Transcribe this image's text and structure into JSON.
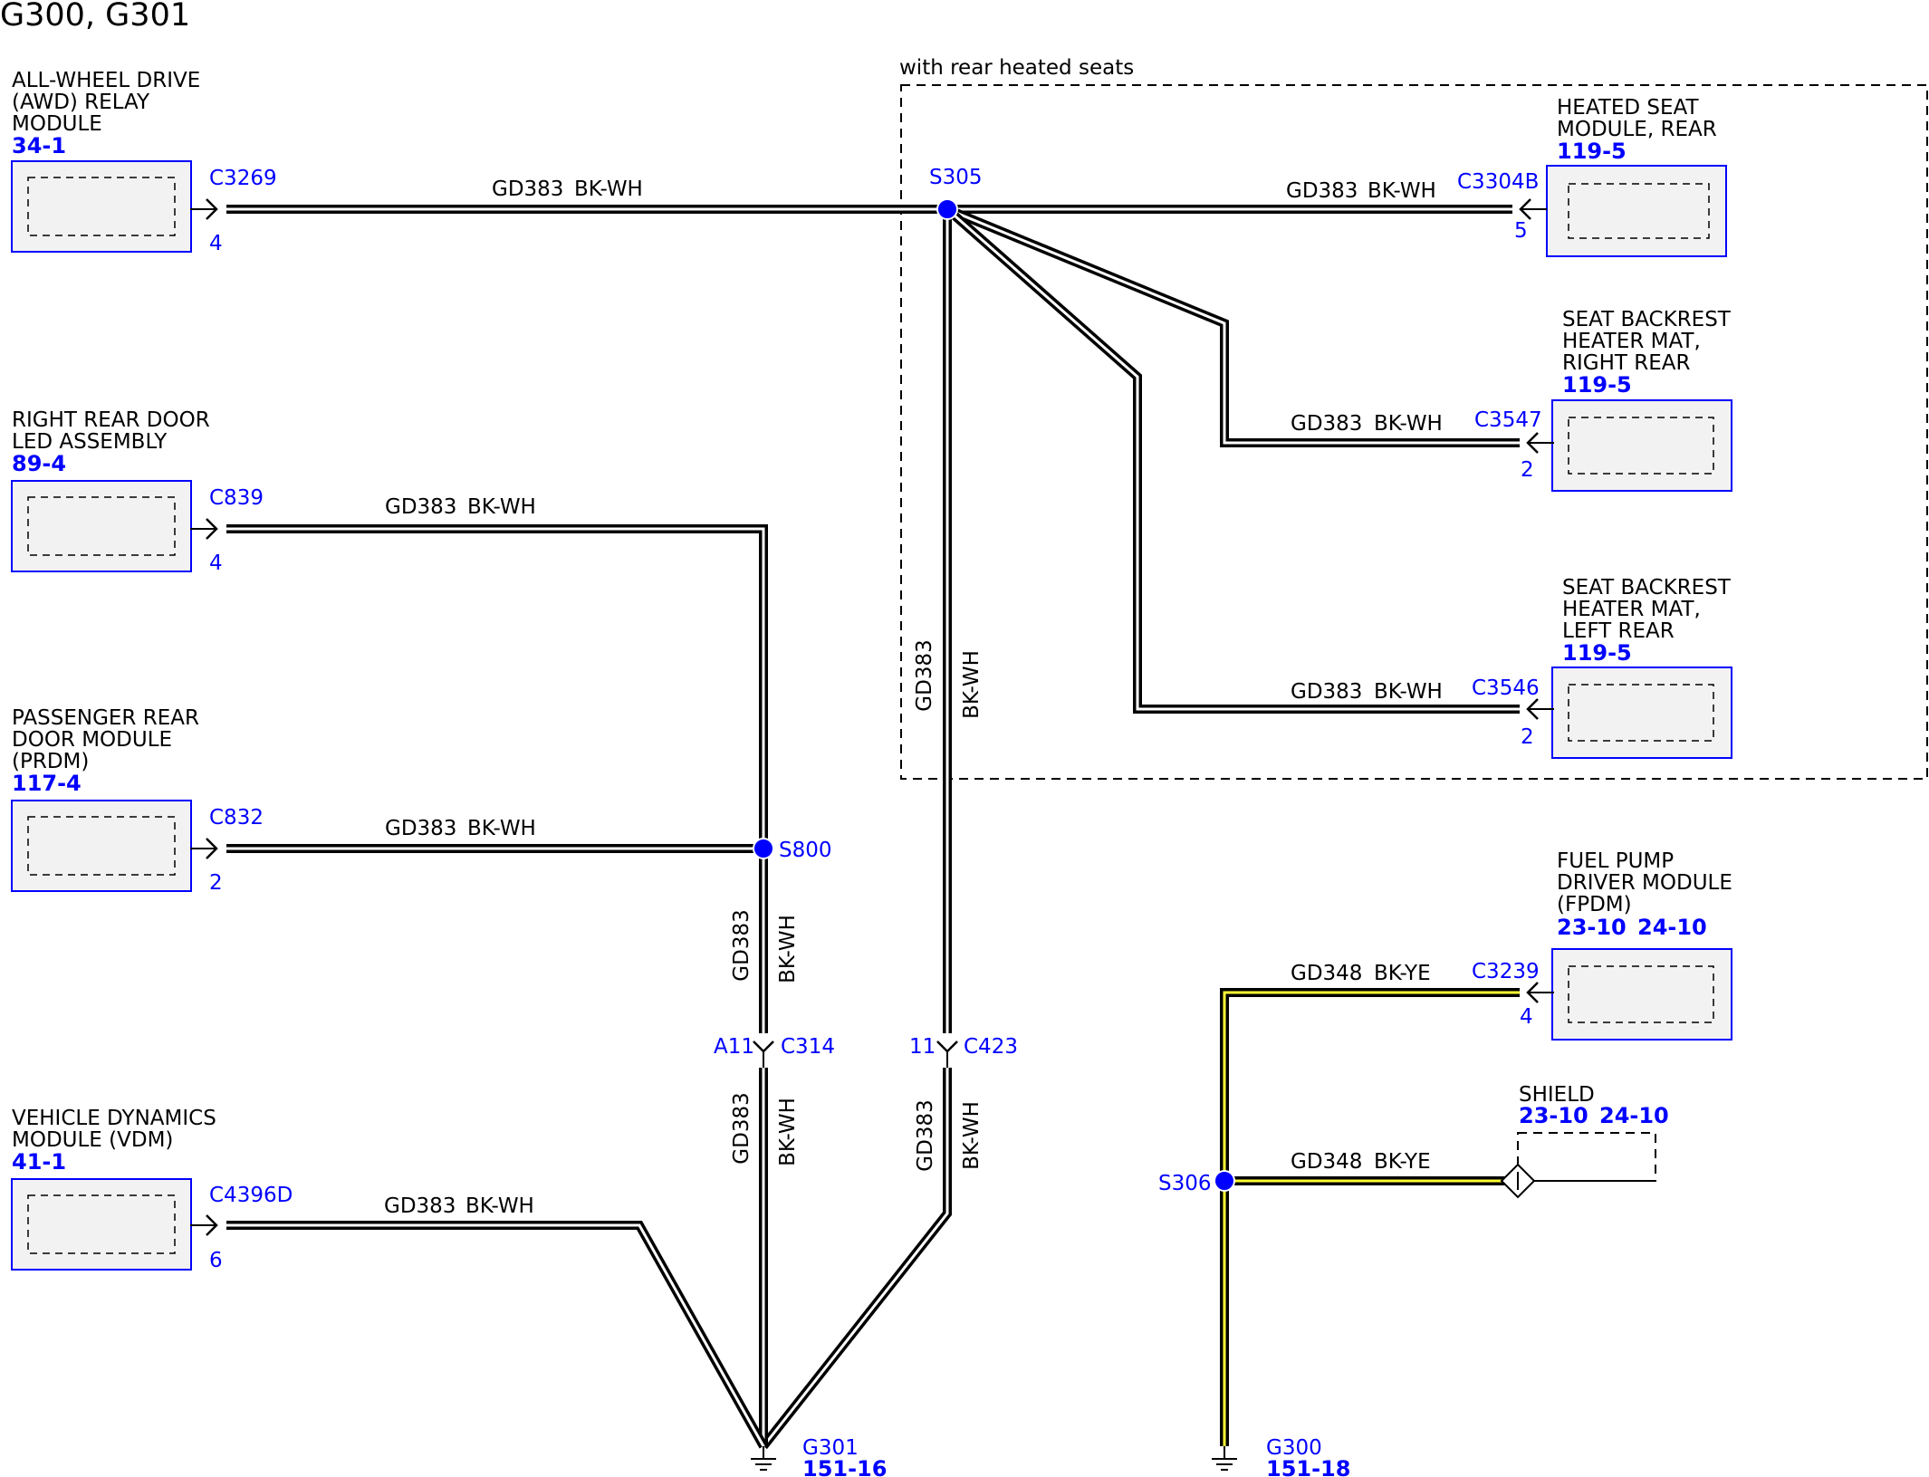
{
  "title": "G300, G301",
  "option_label": "with rear heated seats",
  "modules": {
    "awd": {
      "name": [
        "ALL-WHEEL DRIVE",
        "(AWD) RELAY",
        "MODULE"
      ],
      "refs": [
        "34-1"
      ],
      "connector": "C3269",
      "pin": "4"
    },
    "rr_door_led": {
      "name": [
        "RIGHT REAR DOOR",
        "LED ASSEMBLY"
      ],
      "refs": [
        "89-4"
      ],
      "connector": "C839",
      "pin": "4"
    },
    "prdm": {
      "name": [
        "PASSENGER REAR",
        "DOOR MODULE",
        "(PRDM)"
      ],
      "refs": [
        "117-4"
      ],
      "connector": "C832",
      "pin": "2"
    },
    "vdm": {
      "name": [
        "VEHICLE DYNAMICS",
        "MODULE (VDM)"
      ],
      "refs": [
        "41-1"
      ],
      "connector": "C4396D",
      "pin": "6"
    },
    "heated_seat": {
      "name": [
        "HEATED SEAT",
        "MODULE, REAR"
      ],
      "refs": [
        "119-5"
      ],
      "connector": "C3304B",
      "pin": "5"
    },
    "backrest_rr": {
      "name": [
        "SEAT BACKREST",
        "HEATER MAT,",
        "RIGHT REAR"
      ],
      "refs": [
        "119-5"
      ],
      "connector": "C3547",
      "pin": "2"
    },
    "backrest_lr": {
      "name": [
        "SEAT BACKREST",
        "HEATER MAT,",
        "LEFT REAR"
      ],
      "refs": [
        "119-5"
      ],
      "connector": "C3546",
      "pin": "2"
    },
    "fpdm": {
      "name": [
        "FUEL PUMP",
        "DRIVER MODULE",
        "(FPDM)"
      ],
      "refs": [
        "23-10",
        "24-10"
      ],
      "connector": "C3239",
      "pin": "4"
    },
    "shield": {
      "name": [
        "SHIELD"
      ],
      "refs": [
        "23-10",
        "24-10"
      ]
    }
  },
  "wires": {
    "bkwh": {
      "circuit": "GD383",
      "color": "BK-WH"
    },
    "bkye": {
      "circuit": "GD348",
      "color": "BK-YE"
    }
  },
  "splices": {
    "s305": "S305",
    "s800": "S800",
    "s306": "S306"
  },
  "inline_connectors": {
    "c314": {
      "name": "C314",
      "pin": "A11"
    },
    "c423": {
      "name": "C423",
      "pin": "11"
    }
  },
  "grounds": {
    "g301": {
      "name": "G301",
      "ref": "151-16"
    },
    "g300": {
      "name": "G300",
      "ref": "151-18"
    }
  },
  "colors": {
    "reference_blue": "#0000ff",
    "module_fill": "#f2f2f2",
    "wire_outline": "#000000",
    "stripe_white": "#ffffff",
    "stripe_yellow": "#ffff33"
  }
}
